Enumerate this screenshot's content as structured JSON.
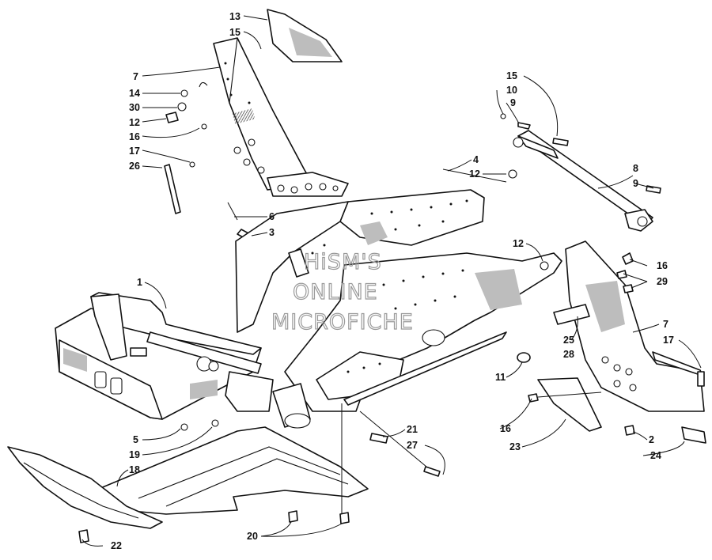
{
  "diagram": {
    "callouts": [
      "13",
      "15",
      "7",
      "14",
      "30",
      "12",
      "16",
      "17",
      "26",
      "6",
      "3",
      "1",
      "5",
      "19",
      "18",
      "22",
      "20",
      "21",
      "27",
      "4",
      "12",
      "15",
      "10",
      "9",
      "8",
      "9",
      "12",
      "16",
      "29",
      "7",
      "17",
      "25",
      "28",
      "11",
      "16",
      "23",
      "2",
      "24"
    ],
    "watermark": {
      "line1": "HiSM'S",
      "line2": "ONLINE",
      "line3": "MICROFICHE"
    }
  }
}
